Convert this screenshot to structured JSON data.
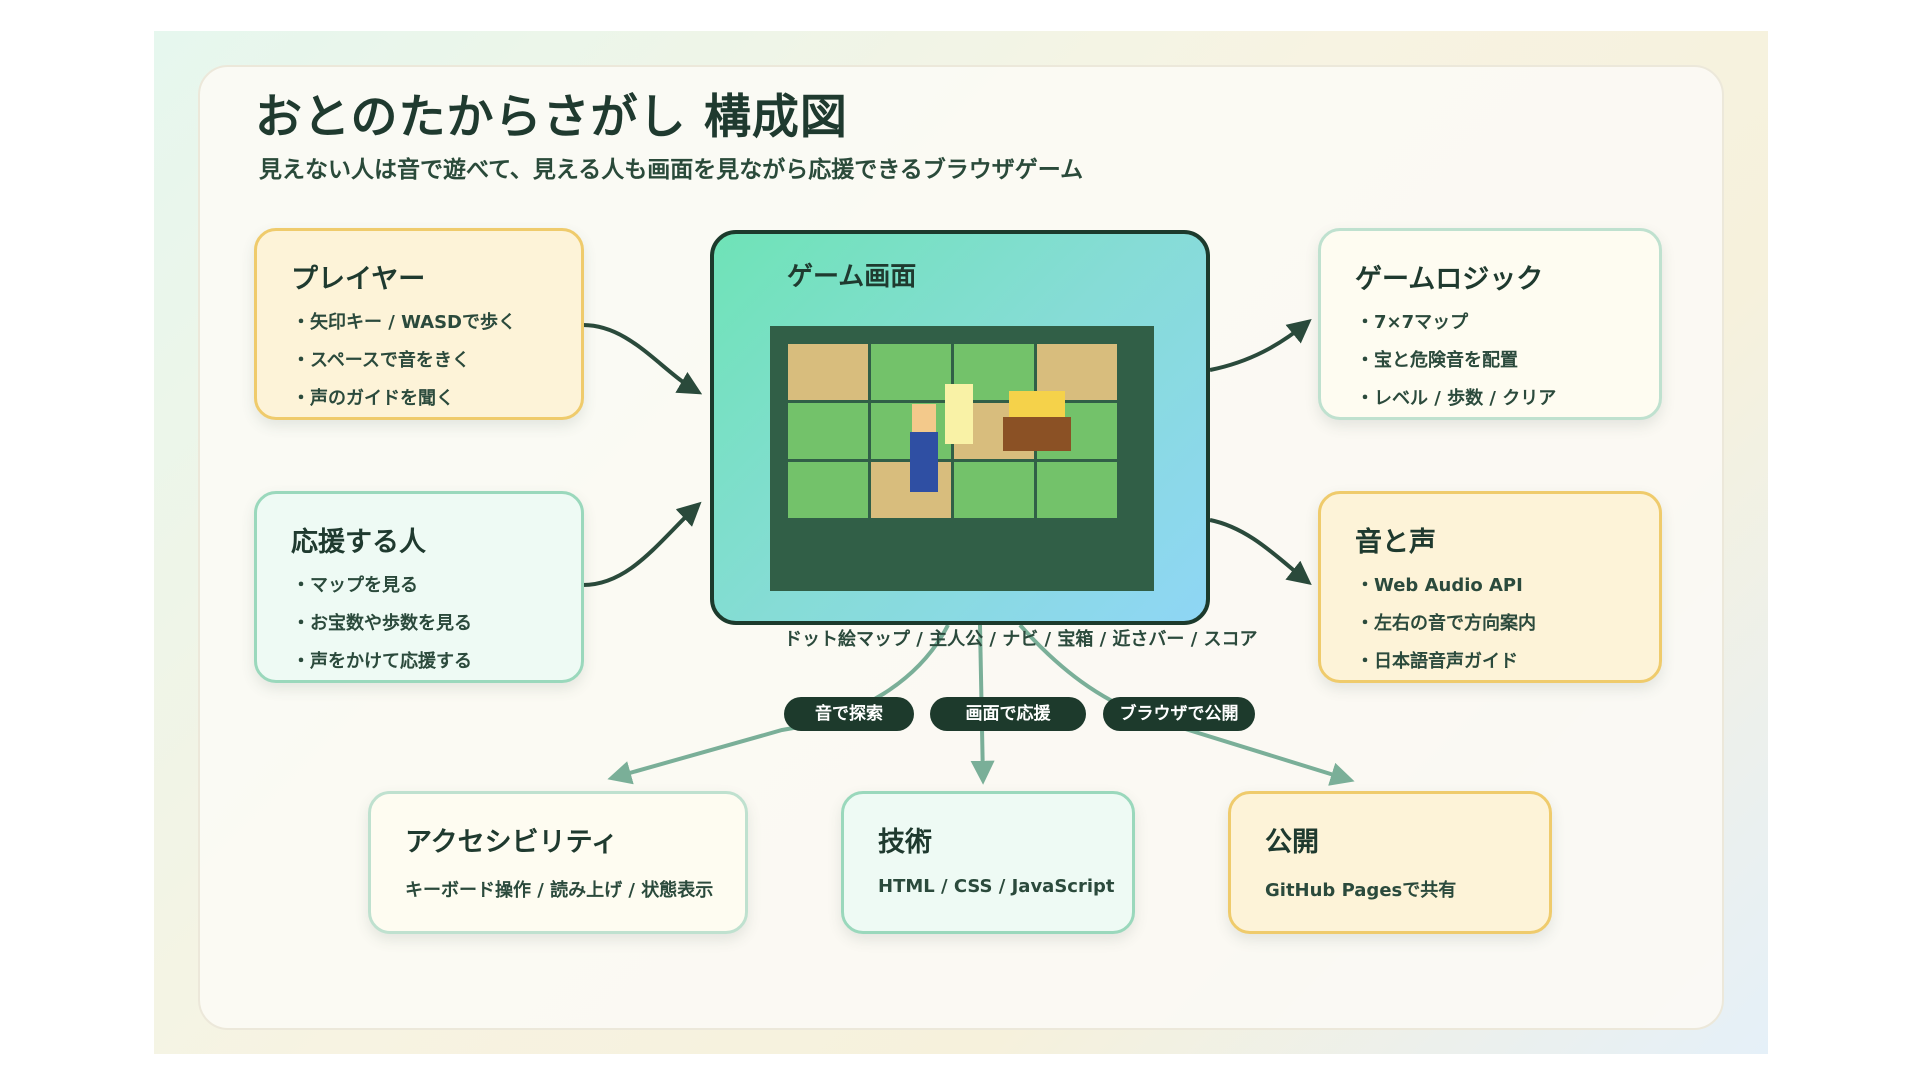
{
  "title": "おとのたからさがし 構成図",
  "subtitle": "見えない人は音で遊べて、見える人も画面を見ながら応援できるブラウザゲーム",
  "colors": {
    "accent_dark": "#1d3a2c",
    "card_yellow": "#fdf3d8",
    "card_mint": "#eefaf4",
    "arrow_dark": "#2a4a3b",
    "arrow_green": "#7aaf98"
  },
  "cards": {
    "player": {
      "title": "プレイヤー",
      "items": [
        "・矢印キー / WASDで歩く",
        "・スペースで音をきく",
        "・声のガイドを聞く"
      ]
    },
    "supporter": {
      "title": "応援する人",
      "items": [
        "・マップを見る",
        "・お宝数や歩数を見る",
        "・声をかけて応援する"
      ]
    },
    "logic": {
      "title": "ゲームロジック",
      "items": [
        "・7×7マップ",
        "・宝と危険音を配置",
        "・レベル / 歩数 / クリア"
      ]
    },
    "sound": {
      "title": "音と声",
      "items": [
        "・Web Audio API",
        "・左右の音で方向案内",
        "・日本語音声ガイド"
      ]
    },
    "accessibility": {
      "title": "アクセシビリティ",
      "text": "キーボード操作 / 読み上げ / 状態表示"
    },
    "tech": {
      "title": "技術",
      "text": "HTML / CSS / JavaScript"
    },
    "publish": {
      "title": "公開",
      "text": "GitHub Pagesで共有"
    }
  },
  "screen": {
    "title": "ゲーム画面",
    "caption": "ドット絵マップ / 主人公 / ナビ / 宝箱 / 近さバー / スコア"
  },
  "labels": {
    "explore": "音で探索",
    "support": "画面で応援",
    "browser": "ブラウザで公開"
  }
}
